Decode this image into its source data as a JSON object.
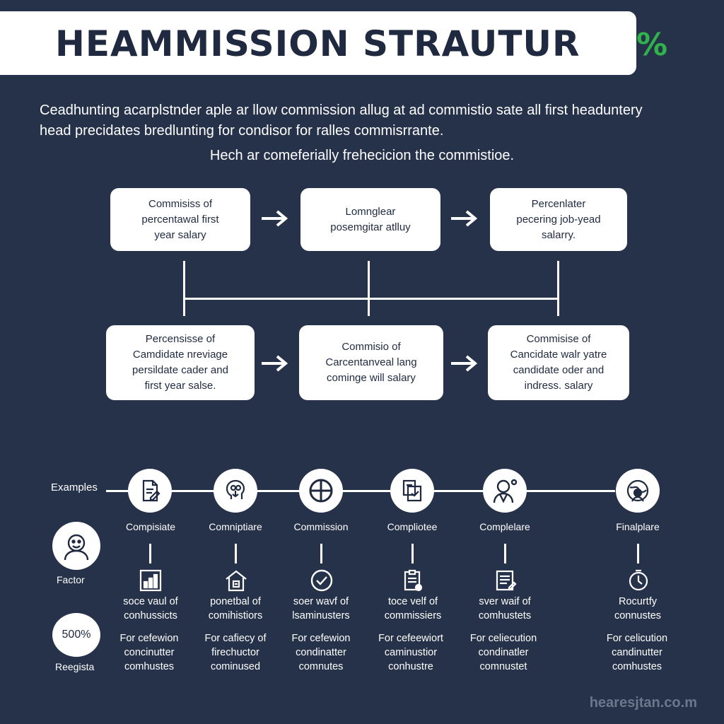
{
  "title": {
    "main": "HEAMMISSION STRAUTUR",
    "accent": "%",
    "accent_color": "#2fb34a"
  },
  "intro": {
    "line1": "Ceadhunting acarplstnder aple ar llow commission allug at ad commistio sate all first headuntery",
    "line2": "head precidates bredlunting for condisor for ralles commisrrante."
  },
  "subtitle": "Hech ar comeferially frehecicion the commistioe.",
  "flow_top": [
    {
      "lines": [
        "Commisiss of",
        "percentawal first",
        "year salary"
      ]
    },
    {
      "lines": [
        "Lomnglear",
        "posemgitar atlluy"
      ]
    },
    {
      "lines": [
        "Percenlater",
        "pecering job-yead",
        "salarry."
      ]
    }
  ],
  "flow_bottom": [
    {
      "lines": [
        "Percensisse of",
        "Camdidate nreviage",
        "persildate cader and",
        "first year salse."
      ]
    },
    {
      "lines": [
        "Commisio of",
        "Carcentanveal lang",
        "cominge will salary"
      ]
    },
    {
      "lines": [
        "Commisise of",
        "Cancidate walr yatre",
        "candidate oder and",
        "indress. salary"
      ]
    }
  ],
  "examples": {
    "label": "Examples",
    "factor_label": "Factor",
    "rate_value": "500%",
    "rate_label": "Reegista",
    "columns": [
      {
        "icon": "document-edit-icon",
        "label": "Compisiate",
        "small_icon": "bar-chart-icon",
        "text1": [
          "soce vaul of",
          "conhussicts"
        ],
        "text2": [
          "For cefewion",
          "concinutter",
          "comhustes"
        ]
      },
      {
        "icon": "brain-icon",
        "label": "Comniptiare",
        "small_icon": "house-icon",
        "text1": [
          "ponetbal of",
          "comihistiors"
        ],
        "text2": [
          "For cafiecy of",
          "firechuctor",
          "cominused"
        ]
      },
      {
        "icon": "crosshair-icon",
        "label": "Commission",
        "small_icon": "check-circle-icon",
        "text1": [
          "soer wavf of",
          "lsaminusters"
        ],
        "text2": [
          "For cefewion",
          "condinatter",
          "comnutes"
        ]
      },
      {
        "icon": "documents-icon",
        "label": "Compliotee",
        "small_icon": "clipboard-icon",
        "text1": [
          "toce velf of",
          "commissiers"
        ],
        "text2": [
          "For cefeewiort",
          "caminustior",
          "conhustre"
        ]
      },
      {
        "icon": "person-icon",
        "label": "Complelare",
        "small_icon": "notepad-icon",
        "text1": [
          "sver waif of",
          "comhustets"
        ],
        "text2": [
          "For celiecution",
          "condinatler",
          "comnustet"
        ]
      },
      {
        "icon": "globe-person-icon",
        "label": "Finalplare",
        "small_icon": "timer-icon",
        "text1": [
          "Rocurtfy",
          "connustes"
        ],
        "text2": [
          "For celicution",
          "candinutter",
          "comhustes"
        ]
      }
    ]
  },
  "watermark": "hearesjtan.co.m",
  "colors": {
    "background": "#26324a",
    "box": "#ffffff",
    "box_text": "#1f2a40"
  }
}
